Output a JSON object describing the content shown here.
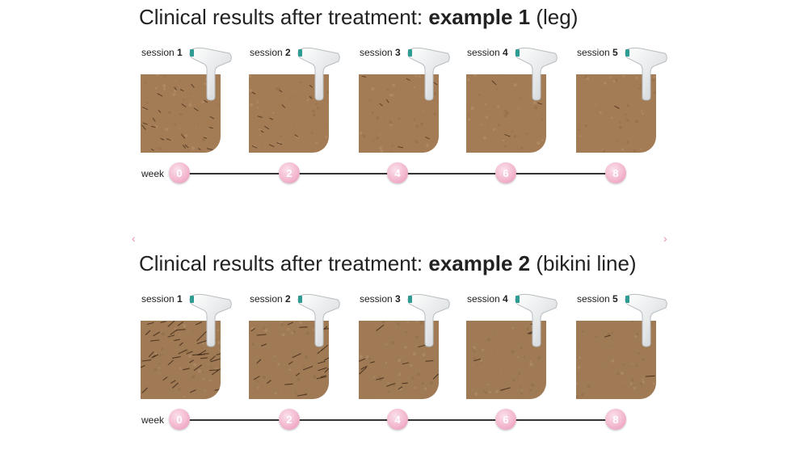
{
  "colors": {
    "pink_dot": "#f3b8cf",
    "skin_leg": "#a37b54",
    "skin_bikini": "#9f7a55",
    "nav_arrow": "#e58fb2"
  },
  "nav": {
    "prev": "‹",
    "next": "›"
  },
  "sections": [
    {
      "title_prefix": "Clinical results after treatment: ",
      "title_bold": "example 1",
      "title_suffix": " (leg)",
      "session_word": "session",
      "week_word": "week",
      "sessions": [
        {
          "number": "1",
          "week": "0",
          "hair_density": 0.85
        },
        {
          "number": "2",
          "week": "2",
          "hair_density": 0.45
        },
        {
          "number": "3",
          "week": "4",
          "hair_density": 0.25
        },
        {
          "number": "4",
          "week": "6",
          "hair_density": 0.1
        },
        {
          "number": "5",
          "week": "8",
          "hair_density": 0.05
        }
      ]
    },
    {
      "title_prefix": "Clinical results after treatment: ",
      "title_bold": "example 2",
      "title_suffix": " (bikini line)",
      "session_word": "session",
      "week_word": "week",
      "sessions": [
        {
          "number": "1",
          "week": "0",
          "hair_density": 1.0
        },
        {
          "number": "2",
          "week": "2",
          "hair_density": 0.55
        },
        {
          "number": "3",
          "week": "4",
          "hair_density": 0.3
        },
        {
          "number": "4",
          "week": "6",
          "hair_density": 0.12
        },
        {
          "number": "5",
          "week": "8",
          "hair_density": 0.05
        }
      ]
    }
  ]
}
